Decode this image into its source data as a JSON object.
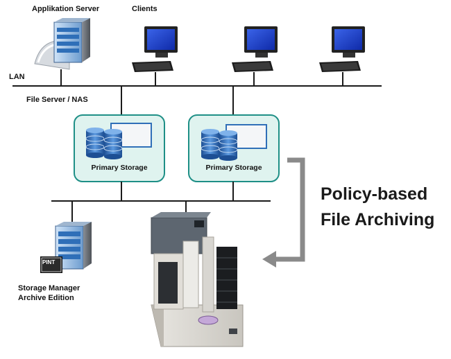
{
  "labels": {
    "app_server": "Applikation Server",
    "clients": "Clients",
    "lan": "LAN",
    "file_server": "File Server / NAS",
    "primary_storage_1": "Primary Storage",
    "primary_storage_2": "Primary Storage",
    "policy_line1": "Policy-based",
    "policy_line2": "File Archiving",
    "storage_manager_line1": "Storage Manager",
    "storage_manager_line2": "Archive Edition",
    "pint_logo_text": "PINT"
  },
  "colors": {
    "network_line": "#1a1a1a",
    "storage_box_fill": "#dff3ef",
    "storage_box_stroke": "#1e8f86",
    "disk_blue": "#2f6fb8",
    "arrow_gray": "#8a8a8a",
    "screen_blue": "#1c3ec7"
  },
  "icons": [
    "server-icon",
    "monitor-icon",
    "keyboard-icon",
    "disk-stack-icon",
    "disc-publisher-icon",
    "arrow-icon",
    "logo-icon"
  ]
}
